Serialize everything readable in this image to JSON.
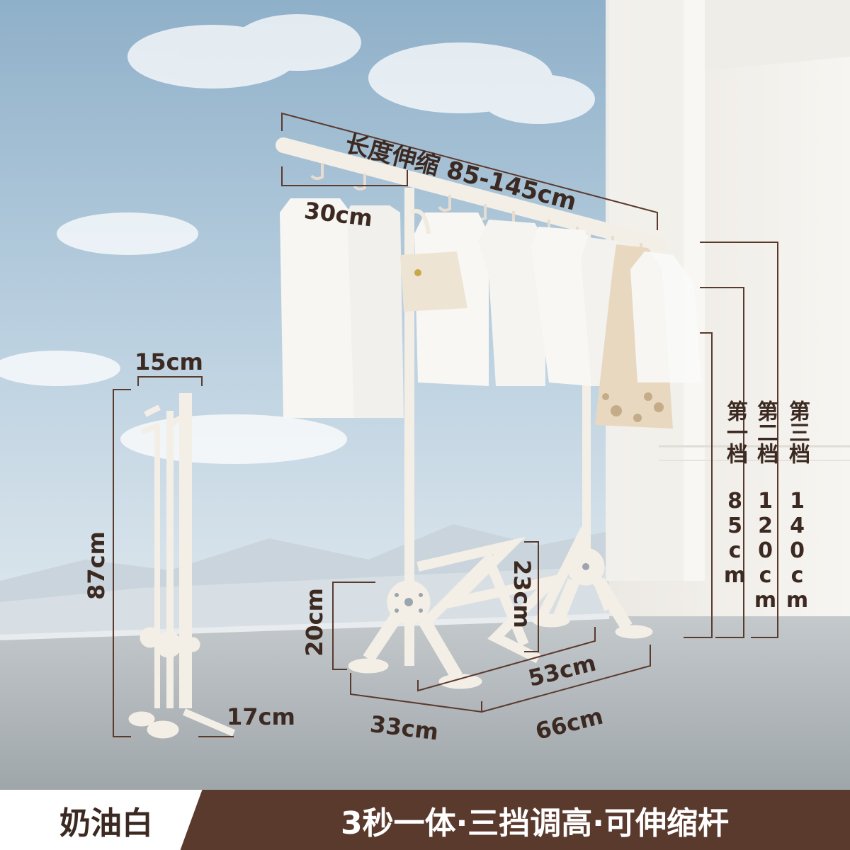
{
  "dimensions": {
    "length_label": "长度伸缩 85-145cm",
    "hook_spacing": "30cm",
    "folded_width": "15cm",
    "folded_height": "87cm",
    "folded_foot": "17cm",
    "base_height": "20cm",
    "scissor_height": "23cm",
    "inner_width": "53cm",
    "foot_depth": "33cm",
    "total_width": "66cm",
    "level_1": "第一档 85cm",
    "level_2": "第二档 120cm",
    "level_3": "第三档 140cm"
  },
  "footer": {
    "color_name": "奶油白",
    "features": "3秒一体·三挡调高·可伸缩杆"
  },
  "colors": {
    "accent_brown": "#5b3a2e",
    "text_dark": "#3c2a22",
    "rack_white": "#f4efe6"
  }
}
